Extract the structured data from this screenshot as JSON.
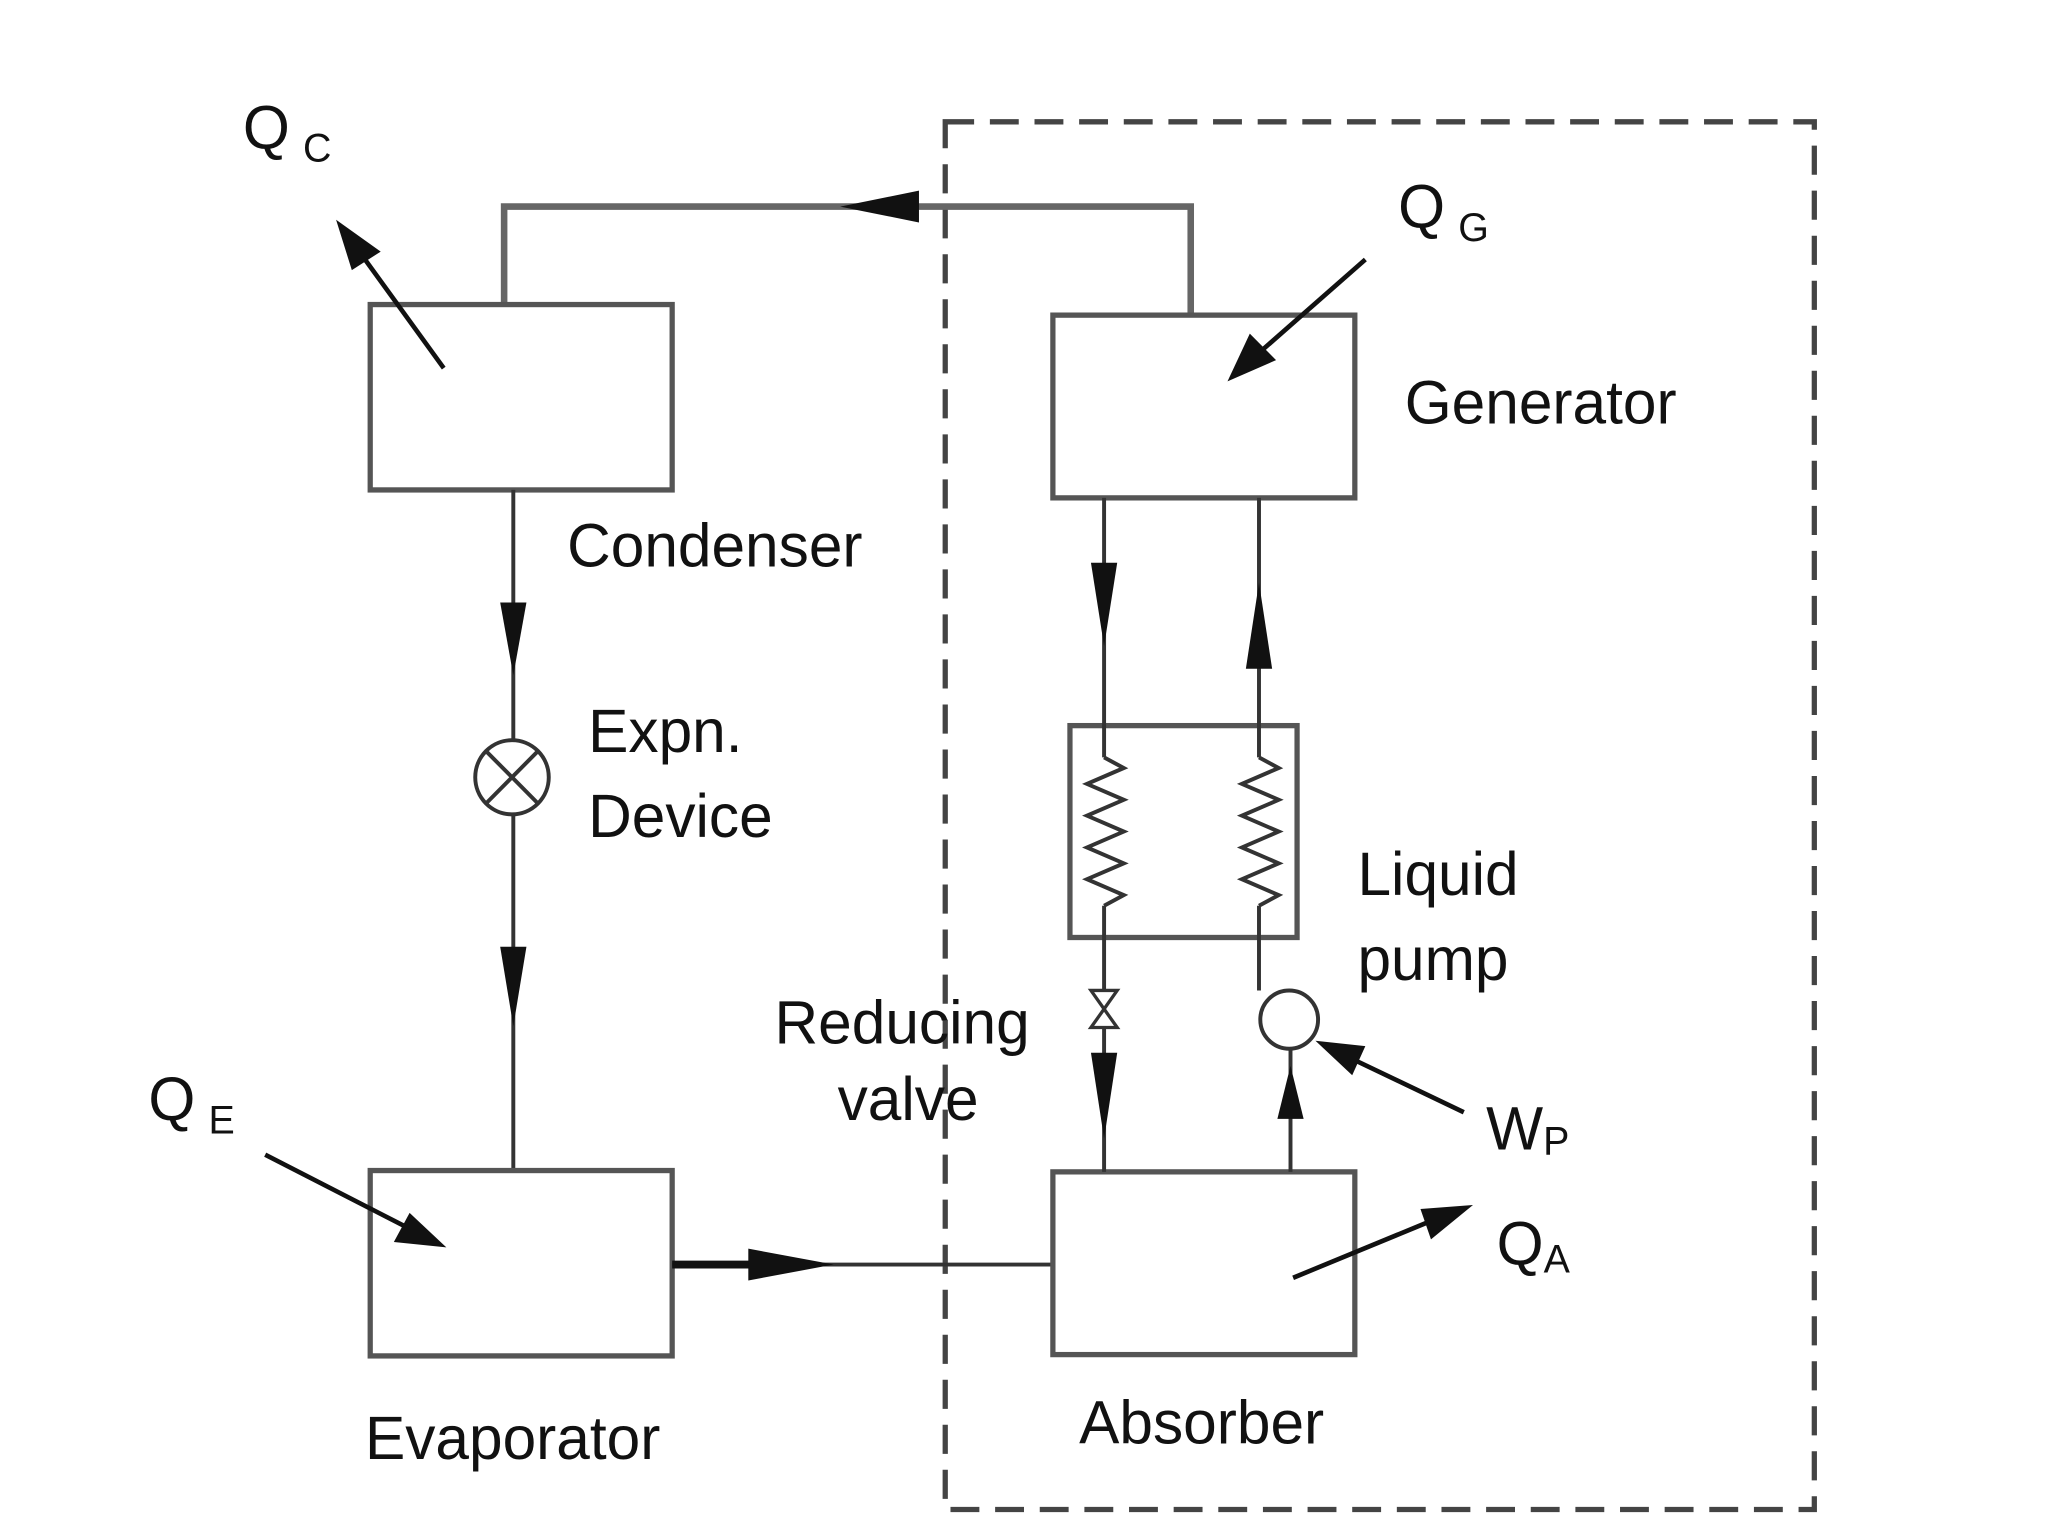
{
  "diagram": {
    "components": {
      "condenser": "Condenser",
      "generator": "Generator",
      "evaporator": "Evaporator",
      "absorber": "Absorber",
      "expansion_device": [
        "Expn.",
        "Device"
      ],
      "liquid_pump": [
        "Liquid",
        "pump"
      ],
      "reducing_valve": [
        "Reducing",
        "valve"
      ]
    },
    "heat_flows": {
      "qc": {
        "symbol": "Q",
        "sub": "C"
      },
      "qg": {
        "symbol": "Q",
        "sub": "G"
      },
      "qe": {
        "symbol": "Q",
        "sub": "E"
      },
      "qa": {
        "symbol": "Q",
        "sub": "A"
      },
      "wp": {
        "symbol": "W",
        "sub": "P"
      }
    }
  }
}
